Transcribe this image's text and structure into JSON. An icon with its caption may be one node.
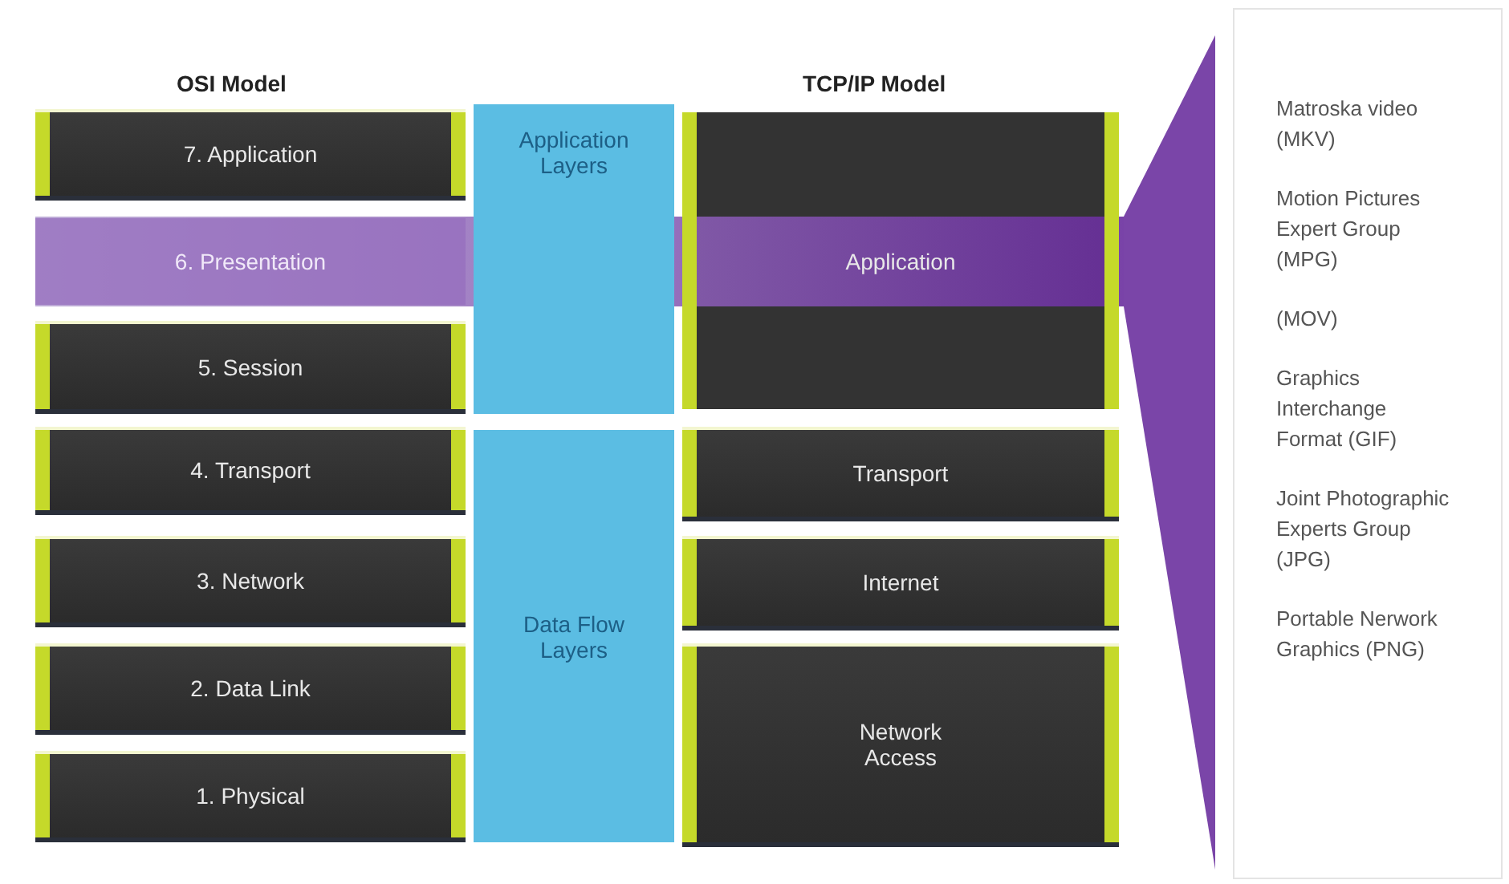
{
  "diagram": {
    "nodes": [
      {
        "text": [
          "7. Application"
        ]
      },
      {
        "text": [
          "6. Presentation"
        ]
      },
      {
        "text": [
          "5. Session"
        ]
      },
      {
        "text": [
          "4. Transport"
        ]
      },
      {
        "text": [
          "3. Network"
        ]
      },
      {
        "text": [
          "2. Data Link"
        ]
      },
      {
        "text": [
          "1. Physical"
        ]
      },
      {
        "text": [
          "Application Layers"
        ]
      },
      {
        "text": [
          "Data Flow Layers"
        ]
      },
      {
        "text": [
          "Application"
        ]
      },
      {
        "text": [
          "Transport"
        ]
      },
      {
        "text": [
          "Internet"
        ]
      },
      {
        "text": [
          "Network Access"
        ]
      },
      {
        "text": [
          "Matroska video (MKV)",
          "Motion Pictures Expert Group (MPG)",
          "(MOV)",
          "Graphics Interchange Format (GIF)",
          "Joint Photographic Experts Group (JPG)",
          "Portable Nerwork Graphics (PNG)"
        ]
      }
    ],
    "labels": [
      "OSI Model",
      "TCP/IP Model"
    ]
  }
}
